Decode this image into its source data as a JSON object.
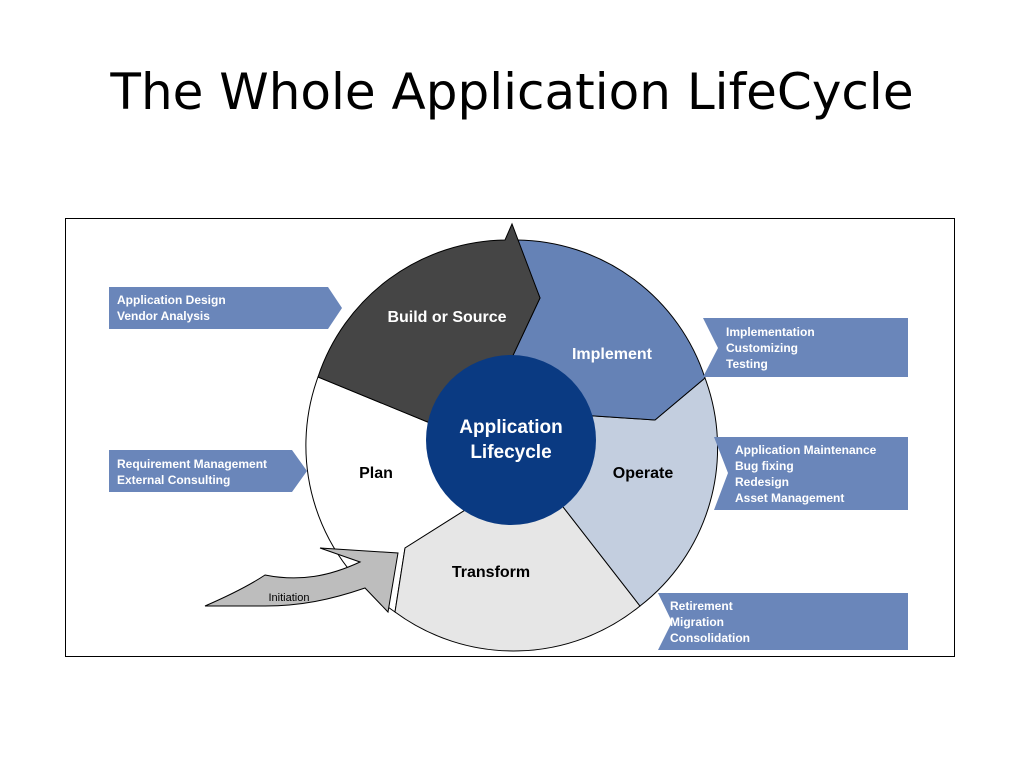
{
  "slide": {
    "title": "The Whole Application LifeCycle"
  },
  "diagram": {
    "center_label": [
      "Application",
      "Lifecycle"
    ],
    "phases": {
      "build": "Build or Source",
      "implement": "Implement",
      "operate": "Operate",
      "transform": "Transform",
      "plan": "Plan"
    },
    "initiation_label": "Initiation",
    "callouts": {
      "design": [
        "Application Design",
        "Vendor Analysis"
      ],
      "requirements": [
        "Requirement Management",
        "External Consulting"
      ],
      "implementation": [
        "Implementation",
        "Customizing",
        "Testing"
      ],
      "maintenance": [
        "Application Maintenance",
        "Bug fixing",
        "Redesign",
        "Asset Management"
      ],
      "retirement": [
        "Retirement",
        "Migration",
        "Consolidation"
      ]
    },
    "colors": {
      "build": "#454545",
      "implement": "#6582b6",
      "operate": "#c3cedf",
      "transform": "#e6e6e6",
      "plan": "#ffffff",
      "center": "#0a3a82",
      "callout": "#6a86ba",
      "initiation": "#bdbdbd"
    }
  }
}
